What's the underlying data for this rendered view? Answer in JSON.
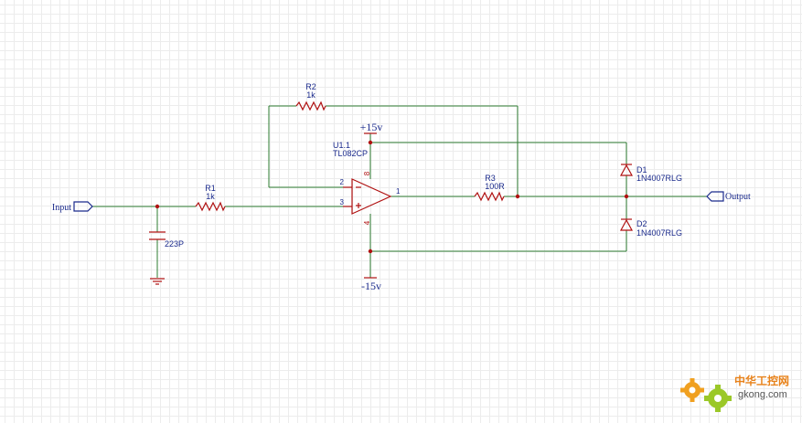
{
  "ports": {
    "input": "Input",
    "output": "Output"
  },
  "rails": {
    "positive": "+15v",
    "negative": "-15v"
  },
  "opamp": {
    "ref": "U1.1",
    "part": "TL082CP",
    "pin_inv": "2",
    "pin_noninv": "3",
    "pin_out": "1",
    "pin_vpos": "8",
    "pin_vneg": "4"
  },
  "resistors": {
    "r1": {
      "ref": "R1",
      "value": "1k"
    },
    "r2": {
      "ref": "R2",
      "value": "1k"
    },
    "r3": {
      "ref": "R3",
      "value": "100R"
    }
  },
  "capacitor": {
    "value": "223P"
  },
  "diodes": {
    "d1": {
      "ref": "D1",
      "part": "1N4007RLG"
    },
    "d2": {
      "ref": "D2",
      "part": "1N4007RLG"
    }
  },
  "watermark": {
    "text_cn": "中华工控网",
    "text_en": "gkong.com"
  },
  "colors": {
    "wire": "#2e7d32",
    "component": "#b01212",
    "label": "#1a2a8c",
    "grid": "#ececec"
  }
}
